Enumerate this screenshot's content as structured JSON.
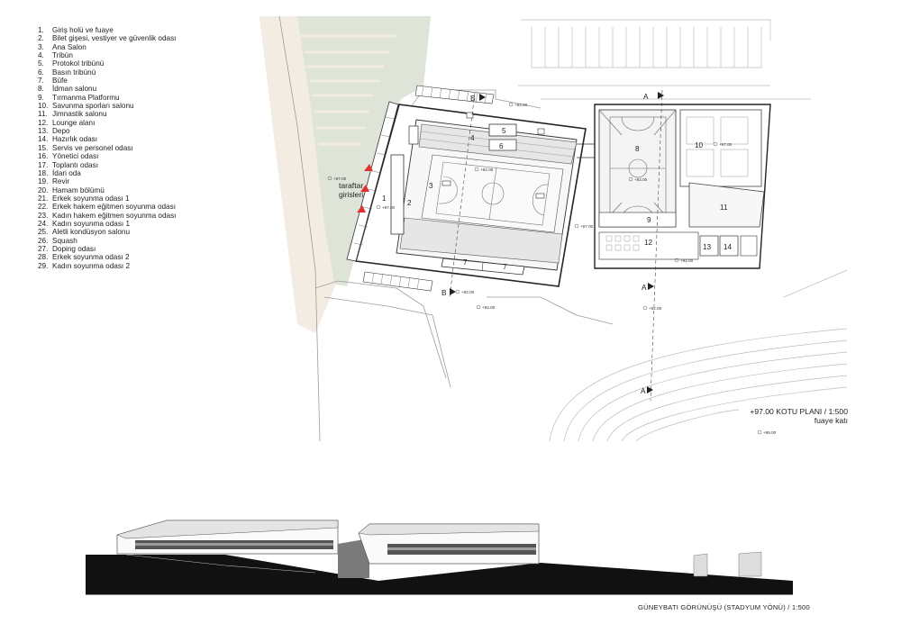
{
  "legend": [
    {
      "n": "1.",
      "label": "Giriş holü ve fuaye"
    },
    {
      "n": "2.",
      "label": "Bilet gişesi, vestiyer ve güvenlik odası"
    },
    {
      "n": "3.",
      "label": "Ana Salon"
    },
    {
      "n": "4.",
      "label": "Tribün"
    },
    {
      "n": "5.",
      "label": "Protokol tribünü"
    },
    {
      "n": "6.",
      "label": "Basın tribünü"
    },
    {
      "n": "7.",
      "label": "Büfe"
    },
    {
      "n": "8.",
      "label": "İdman salonu"
    },
    {
      "n": "9.",
      "label": "Tırmanma Platformu"
    },
    {
      "n": "10.",
      "label": "Savunma sporları salonu"
    },
    {
      "n": "11.",
      "label": "Jimnastik salonu"
    },
    {
      "n": "12.",
      "label": "Lounge alanı"
    },
    {
      "n": "13.",
      "label": "Depo"
    },
    {
      "n": "14.",
      "label": "Hazırlık odası"
    },
    {
      "n": "15.",
      "label": "Servis ve personel odası"
    },
    {
      "n": "16.",
      "label": "Yönetici odası"
    },
    {
      "n": "17.",
      "label": "Toplantı odası"
    },
    {
      "n": "18.",
      "label": "İdari oda"
    },
    {
      "n": "19.",
      "label": "Revir"
    },
    {
      "n": "20.",
      "label": "Hamam bölümü"
    },
    {
      "n": "21.",
      "label": "Erkek soyunma odası 1"
    },
    {
      "n": "22.",
      "label": "Erkek hakem eğitmen soyunma odası"
    },
    {
      "n": "23.",
      "label": "Kadın hakem eğitmen soyunma odası"
    },
    {
      "n": "24.",
      "label": "Kadın soyunma odası 1"
    },
    {
      "n": "25.",
      "label": "Aletli kondüsyon salonu"
    },
    {
      "n": "26.",
      "label": "Squash"
    },
    {
      "n": "27.",
      "label": "Doping odası"
    },
    {
      "n": "28.",
      "label": "Erkek soyunma odası 2"
    },
    {
      "n": "29.",
      "label": "Kadın soyunma odası 2"
    }
  ],
  "plan": {
    "rooms": {
      "r1": "1",
      "r2": "2",
      "r3": "3",
      "r4": "4",
      "r5": "5",
      "r6": "6",
      "r7a": "7",
      "r7b": "7",
      "r8": "8",
      "r9": "9",
      "r10": "10",
      "r11": "11",
      "r12": "12",
      "r13": "13",
      "r14": "14"
    },
    "entrance_label_1": "taraftar",
    "entrance_label_2": "girisleri",
    "sections": {
      "a": "A",
      "b": "B"
    },
    "elevations": {
      "e92": "+92.00",
      "e97": "+97.00",
      "e97b": "+97.00",
      "e97c": "+97.00",
      "e97d": "+97.00",
      "e92b": "+92.00",
      "e92c": "+92.00",
      "e92d": "+92.00",
      "e92e": "+92.00",
      "e92f": "+92.00",
      "e92g": "+92.00",
      "e89": "+89.00"
    }
  },
  "captions": {
    "plan_title": "+97.00 KOTU PLANI / 1:500",
    "plan_subtitle": "fuaye katı",
    "elevation_title": "GÜNEYBATI GÖRÜNÜŞÜ (STADYUM YÖNÜ) / 1:500"
  },
  "colors": {
    "line": "#222222",
    "light_line": "#bdbdbd",
    "green": "#dfe4d8",
    "sand": "#f3ece2",
    "entrance_arrow": "#e03030",
    "floor": "#f4f4f4"
  }
}
